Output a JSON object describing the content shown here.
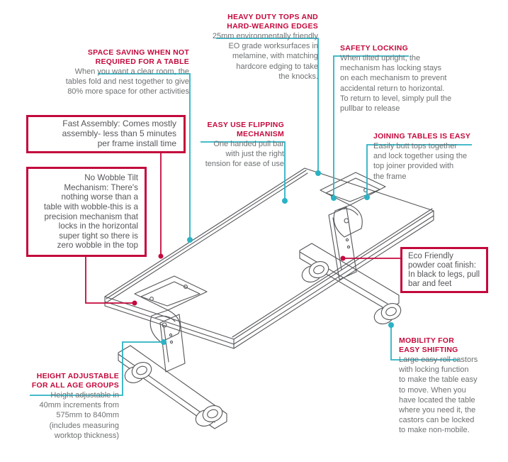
{
  "colors": {
    "accent_red": "#c4093c",
    "accent_teal": "#2bb2c4",
    "body_text": "#6e7072",
    "box_text": "#55565a",
    "drawing_line": "#54565a"
  },
  "callouts": {
    "heavy_duty": {
      "heading": "HEAVY DUTY TOPS AND\nHARD-WEARING EDGES",
      "body": "25mm environmentally friendly\nEO grade worksurfaces in\nmelamine, with matching\nhardcore edging to take\nthe knocks."
    },
    "space_saving": {
      "heading": "SPACE SAVING WHEN NOT\nREQUIRED FOR A TABLE",
      "body": "When you want a clear room, the\ntables fold and nest together to give\n80% more space for other activities"
    },
    "safety_locking": {
      "heading": "SAFETY LOCKING",
      "body": "When tilted upright, the\nmechanism has locking stays\non each mechanism to prevent\naccidental return to horizontal.\nTo return to level, simply pull the\npullbar to release"
    },
    "easy_flipping": {
      "heading": "EASY USE FLIPPING\nMECHANISM",
      "body": "One handed pull bar\nwith just the right\ntension for ease of use"
    },
    "joining_tables": {
      "heading": "JOINING TABLES IS EASY",
      "body": "Easily butt tops together\nand lock together using the\ntop joiner provided with\nthe frame"
    },
    "height_adjustable": {
      "heading": "HEIGHT ADJUSTABLE\nFOR ALL AGE GROUPS",
      "body": "Height adjustable in\n40mm increments from\n575mm to 840mm\n(includes measuring\nworktop thickness)"
    },
    "mobility": {
      "heading": "MOBILITY FOR\nEASY SHIFTING",
      "body": "Large easy-roll castors\nwith locking function\nto make the table easy\nto move. When you\nhave located the table\nwhere you need it, the\ncastors can be locked\nto make non-mobile."
    },
    "fast_assembly": {
      "body": "Fast Assembly: Comes mostly\nassembly- less than 5 minutes\nper frame install time"
    },
    "no_wobble": {
      "body": "No Wobble Tilt\nMechanism: There's\nnothing worse than a\ntable with wobble-this is a\nprecision mechanism that\nlocks in the horizontal\nsuper tight so there is\nzero wobble in the top"
    },
    "eco_friendly": {
      "body": "Eco Friendly\npowder coat finish:\nIn black to legs, pull\nbar and feet"
    }
  }
}
